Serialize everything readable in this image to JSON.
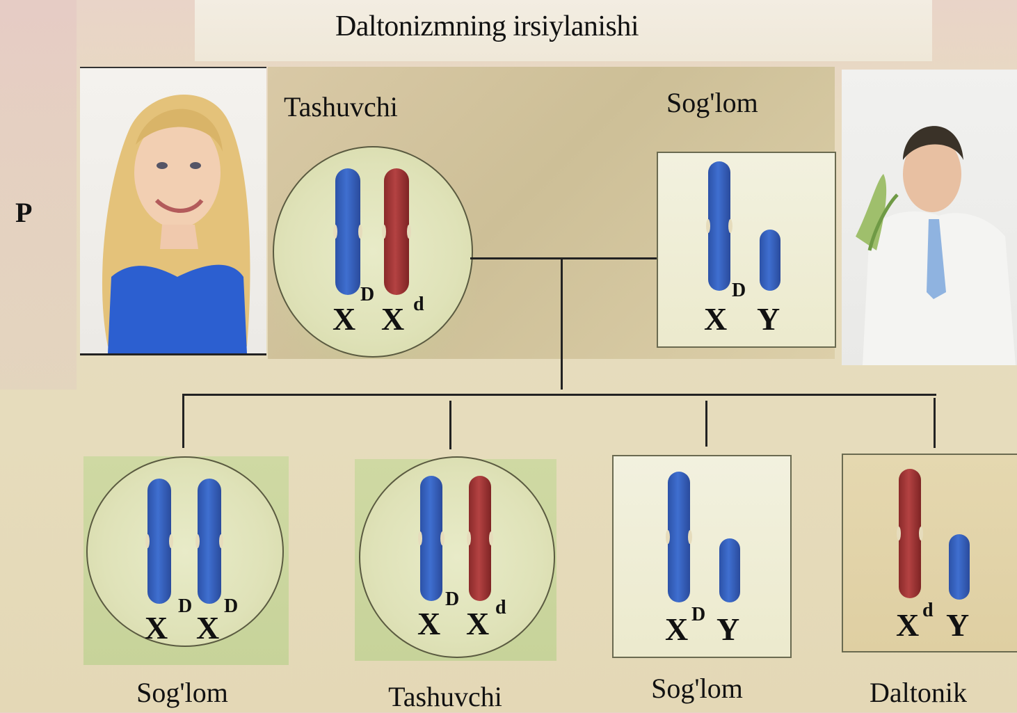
{
  "title": "Daltonizmning irsiylanishi",
  "generation_label": "P",
  "parents": {
    "mother": {
      "label": "Tashuvchi",
      "alleles": [
        {
          "letter": "X",
          "sup": "D"
        },
        {
          "letter": "X",
          "sup": "d"
        }
      ]
    },
    "father": {
      "label": "Sog'lom",
      "alleles": [
        {
          "letter": "X",
          "sup": "D"
        },
        {
          "letter": "Y",
          "sup": ""
        }
      ]
    }
  },
  "offspring": [
    {
      "label": "Sog'lom",
      "alleles": [
        {
          "letter": "X",
          "sup": "D"
        },
        {
          "letter": "X",
          "sup": "D"
        }
      ]
    },
    {
      "label": "Tashuvchi",
      "alleles": [
        {
          "letter": "X",
          "sup": "D"
        },
        {
          "letter": "X",
          "sup": "d"
        }
      ]
    },
    {
      "label": "Sog'lom",
      "alleles": [
        {
          "letter": "X",
          "sup": "D"
        },
        {
          "letter": "Y",
          "sup": ""
        }
      ]
    },
    {
      "label": "Daltonik",
      "alleles": [
        {
          "letter": "X",
          "sup": "d"
        },
        {
          "letter": "Y",
          "sup": ""
        }
      ]
    }
  ],
  "colors": {
    "dominant_chromosome": "#3a64c4",
    "recessive_chromosome": "#a53a3a",
    "y_chromosome": "#3a64c4"
  }
}
